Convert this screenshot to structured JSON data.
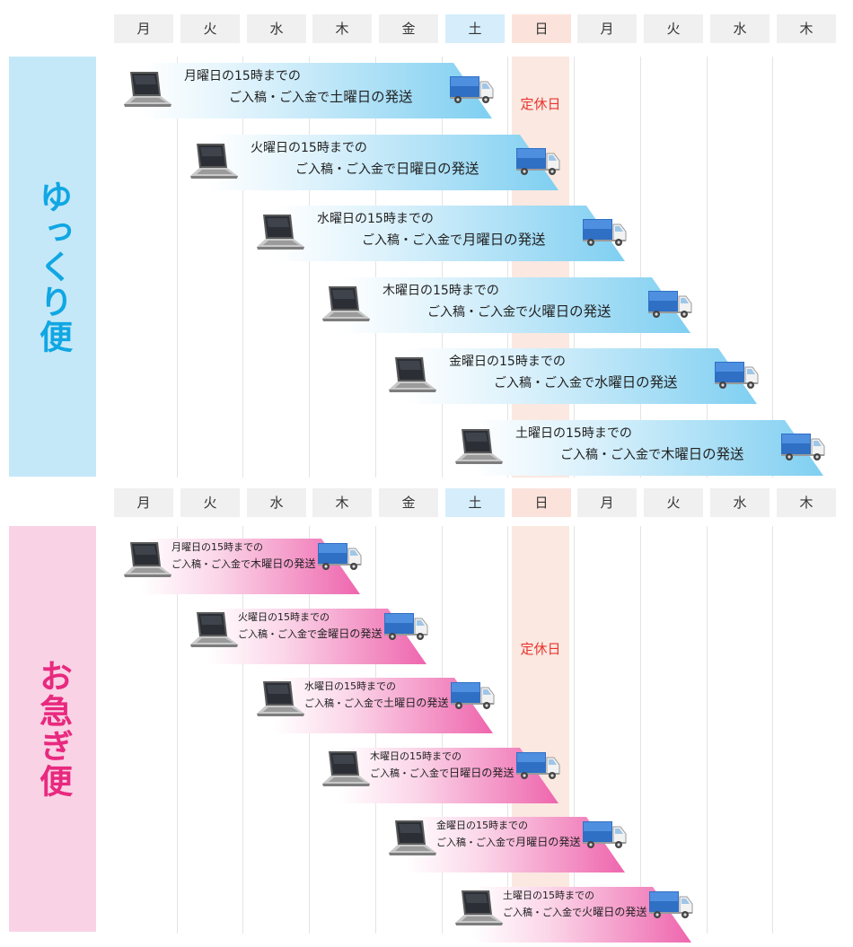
{
  "days": [
    "月",
    "火",
    "水",
    "木",
    "金",
    "土",
    "日",
    "月",
    "火",
    "水",
    "木"
  ],
  "holiday_label": "定休日",
  "sections": [
    {
      "id": "slow",
      "label": "ゆっくり便",
      "rows": [
        {
          "line1": "月曜日の15時までの",
          "line2_pre": "ご入稿・ご入金で",
          "line2_day": "土曜日の発送"
        },
        {
          "line1": "火曜日の15時までの",
          "line2_pre": "ご入稿・ご入金で",
          "line2_day": "日曜日の発送"
        },
        {
          "line1": "水曜日の15時までの",
          "line2_pre": "ご入稿・ご入金で",
          "line2_day": "月曜日の発送"
        },
        {
          "line1": "木曜日の15時までの",
          "line2_pre": "ご入稿・ご入金で",
          "line2_day": "火曜日の発送"
        },
        {
          "line1": "金曜日の15時までの",
          "line2_pre": "ご入稿・ご入金で",
          "line2_day": "水曜日の発送"
        },
        {
          "line1": "土曜日の15時までの",
          "line2_pre": "ご入稿・ご入金で",
          "line2_day": "木曜日の発送"
        }
      ]
    },
    {
      "id": "fast",
      "label": "お急ぎ便",
      "rows": [
        {
          "line1": "月曜日の15時までの",
          "line2_pre": "ご入稿・ご入金で",
          "line2_day": "木曜日の発送"
        },
        {
          "line1": "火曜日の15時までの",
          "line2_pre": "ご入稿・ご入金で",
          "line2_day": "金曜日の発送"
        },
        {
          "line1": "水曜日の15時までの",
          "line2_pre": "ご入稿・ご入金で",
          "line2_day": "土曜日の発送"
        },
        {
          "line1": "木曜日の15時までの",
          "line2_pre": "ご入稿・ご入金で",
          "line2_day": "日曜日の発送"
        },
        {
          "line1": "金曜日の15時までの",
          "line2_pre": "ご入稿・ご入金で",
          "line2_day": "月曜日の発送"
        },
        {
          "line1": "土曜日の15時までの",
          "line2_pre": "ご入稿・ご入金で",
          "line2_day": "火曜日の発送"
        }
      ]
    }
  ],
  "colors": {
    "slow_accent": "#10a7e3",
    "fast_accent": "#e8297f",
    "holiday": "#e7352e"
  }
}
